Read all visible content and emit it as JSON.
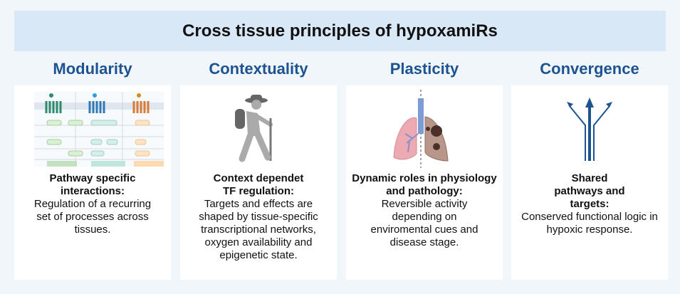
{
  "title": "Cross tissue principles of hypoxamiRs",
  "columns": [
    {
      "heading": "Modularity",
      "icon": "signaling-pathways-icon",
      "bold": "Pathway specific interactions:",
      "text": "Regulation of a recurring set of processes across tissues."
    },
    {
      "heading": "Contextuality",
      "icon": "hiker-icon",
      "bold": "Context dependet TF regulation:",
      "text": "Targets and effects are shaped by tissue-specific transcriptional networks, oxygen availability and epigenetic state."
    },
    {
      "heading": "Plasticity",
      "icon": "lungs-icon",
      "bold": "Dynamic roles in physiology and pathology:",
      "text": "Reversible activity depending on enviromental cues and disease stage."
    },
    {
      "heading": "Convergence",
      "icon": "converging-arrows-icon",
      "bold": "Shared pathways and targets:",
      "text": "Conserved functional logic in hypoxic response."
    }
  ],
  "colors": {
    "heading": "#1d5390",
    "banner": "#d8e8f6"
  }
}
